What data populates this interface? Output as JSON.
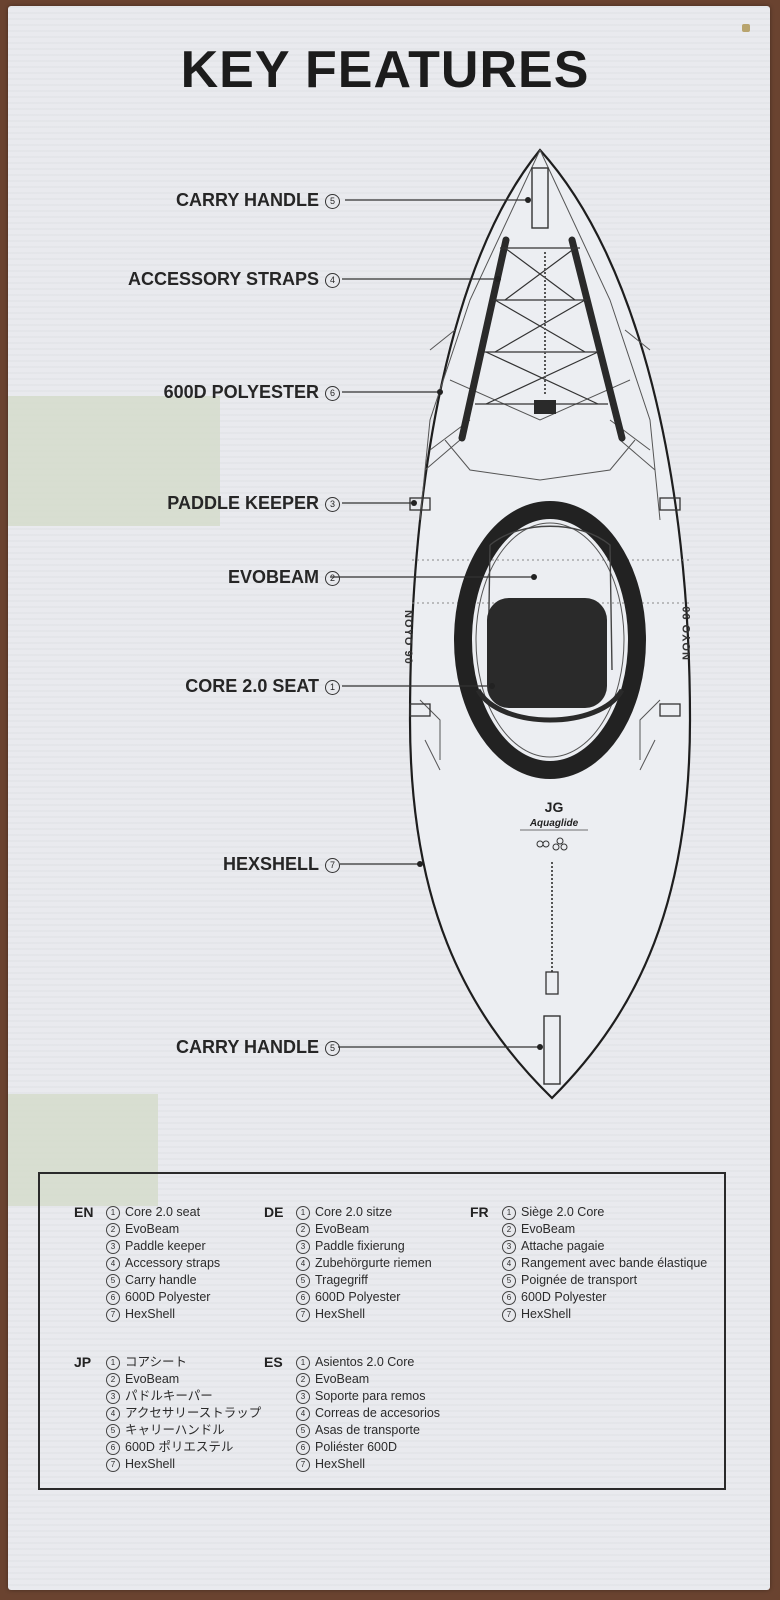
{
  "title": "KEY FEATURES",
  "callouts": [
    {
      "label": "CARRY HANDLE",
      "num": "5"
    },
    {
      "label": "ACCESSORY STRAPS",
      "num": "4"
    },
    {
      "label": "600D POLYESTER",
      "num": "6"
    },
    {
      "label": "PADDLE KEEPER",
      "num": "3"
    },
    {
      "label": "EVOBEAM",
      "num": "2"
    },
    {
      "label": "CORE 2.0 SEAT",
      "num": "1"
    },
    {
      "label": "HEXSHELL",
      "num": "7"
    },
    {
      "label": "CARRY HANDLE",
      "num": "5"
    }
  ],
  "kayak": {
    "side_text_left": "NOYO 90",
    "side_text_right": "NOYO 90",
    "brand_logo": "JG",
    "brand_name": "Aquaglide"
  },
  "legend": [
    {
      "code": "EN",
      "items": [
        "Core 2.0 seat",
        "EvoBeam",
        "Paddle keeper",
        "Accessory straps",
        "Carry handle",
        "600D Polyester",
        "HexShell"
      ]
    },
    {
      "code": "DE",
      "items": [
        "Core 2.0 sitze",
        "EvoBeam",
        "Paddle fixierung",
        "Zubehörgurte riemen",
        "Tragegriff",
        "600D Polyester",
        "HexShell"
      ]
    },
    {
      "code": "FR",
      "items": [
        "Siège 2.0 Core",
        "EvoBeam",
        "Attache pagaie",
        "Rangement avec bande élastique",
        "Poignée de transport",
        "600D Polyester",
        "HexShell"
      ]
    },
    {
      "code": "JP",
      "items": [
        "コアシート",
        "EvoBeam",
        "パドルキーパー",
        "アクセサリーストラップ",
        "キャリーハンドル",
        "600D ポリエステル",
        "HexShell"
      ]
    },
    {
      "code": "ES",
      "items": [
        "Asientos 2.0 Core",
        "EvoBeam",
        "Soporte para remos",
        "Correas de accesorios",
        "Asas de transporte",
        "Poliéster 600D",
        "HexShell"
      ]
    }
  ],
  "legend_numbers": [
    "1",
    "2",
    "3",
    "4",
    "5",
    "6",
    "7"
  ],
  "colors": {
    "board": "#e9eaee",
    "ink": "#262626",
    "background": "#6a4330"
  }
}
